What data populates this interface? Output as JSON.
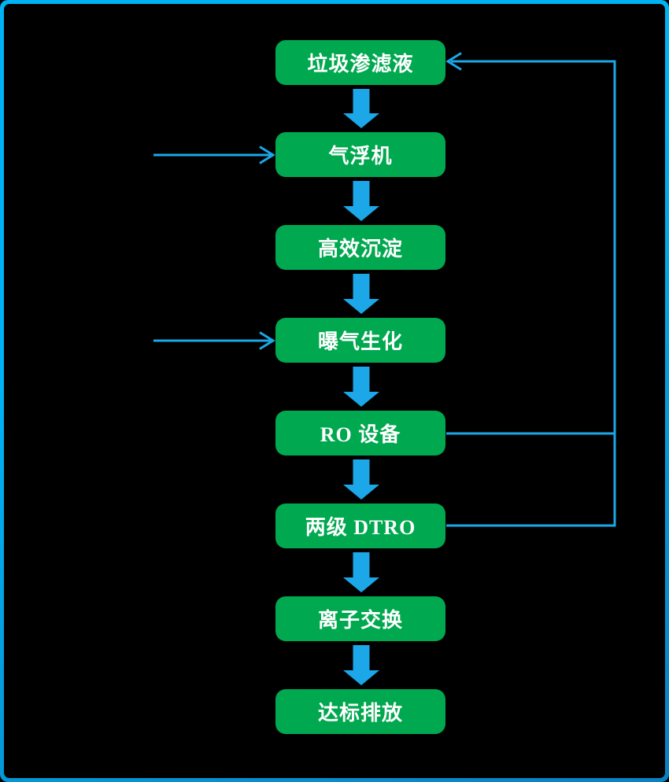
{
  "diagram": {
    "type": "flowchart",
    "background_color": "#000000",
    "frame_border_color_top": "#00B3F2",
    "frame_border_color_bottom": "#0B80C1",
    "node_fill_color": "#00A84F",
    "node_text_color": "#FFFFFF",
    "arrow_color": "#1BA7E8",
    "nodes": [
      {
        "id": "leachate",
        "label": "垃圾渗滤液"
      },
      {
        "id": "air-flotation",
        "label": "气浮机"
      },
      {
        "id": "high-efficiency-sedimentation",
        "label": "高效沉淀"
      },
      {
        "id": "aeration-biochemical",
        "label": "曝气生化"
      },
      {
        "id": "ro-equipment",
        "label": "RO 设备"
      },
      {
        "id": "two-stage-dtro",
        "label": "两级 DTRO"
      },
      {
        "id": "ion-exchange",
        "label": "离子交换"
      },
      {
        "id": "compliant-discharge",
        "label": "达标排放"
      }
    ],
    "edges": [
      {
        "from": "垃圾渗滤液",
        "to": "气浮机",
        "style": "thick-down-arrow"
      },
      {
        "from": "气浮机",
        "to": "高效沉淀",
        "style": "thick-down-arrow"
      },
      {
        "from": "高效沉淀",
        "to": "曝气生化",
        "style": "thick-down-arrow"
      },
      {
        "from": "曝气生化",
        "to": "RO 设备",
        "style": "thick-down-arrow"
      },
      {
        "from": "RO 设备",
        "to": "两级 DTRO",
        "style": "thick-down-arrow"
      },
      {
        "from": "两级 DTRO",
        "to": "离子交换",
        "style": "thick-down-arrow"
      },
      {
        "from": "离子交换",
        "to": "达标排放",
        "style": "thick-down-arrow"
      },
      {
        "from": "RO 设备",
        "to": "垃圾渗滤液",
        "style": "thin-line-right-feedback"
      },
      {
        "from": "两级 DTRO",
        "to": "垃圾渗滤液",
        "style": "thin-line-right-feedback"
      },
      {
        "from": null,
        "to": "气浮机",
        "style": "thin-arrow-from-left"
      },
      {
        "from": null,
        "to": "曝气生化",
        "style": "thin-arrow-from-left"
      }
    ]
  }
}
